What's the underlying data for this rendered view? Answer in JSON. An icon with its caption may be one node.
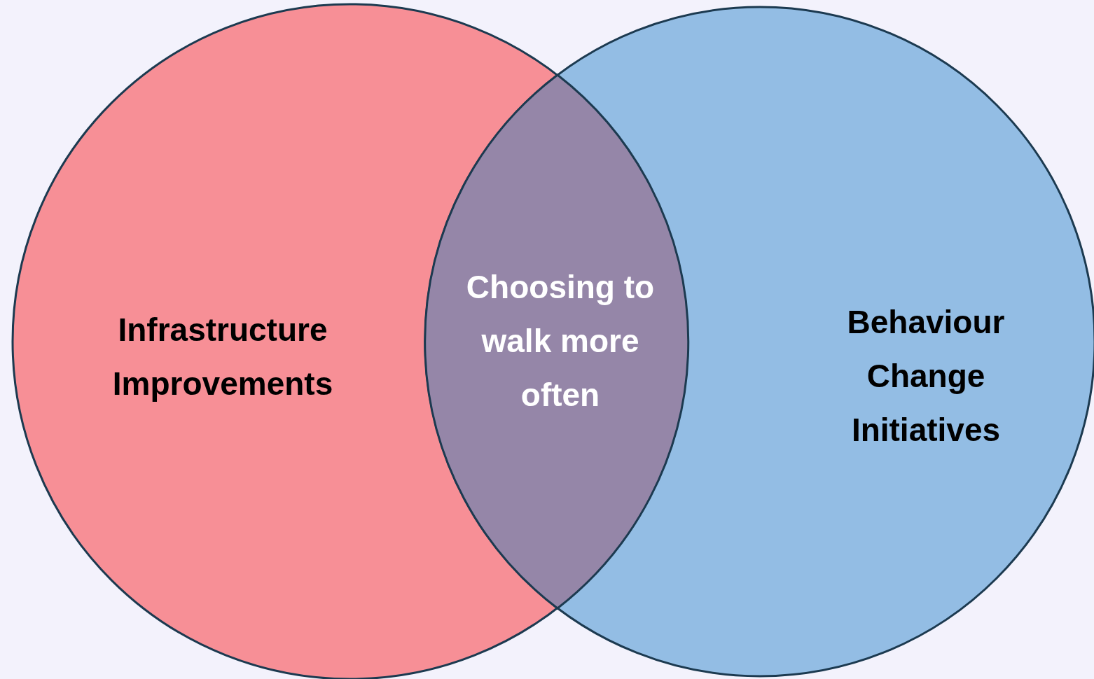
{
  "diagram": {
    "nodes": [
      {
        "text": [
          "Infrastructure Improvements"
        ]
      },
      {
        "text": [
          "Choosing to walk more often"
        ]
      },
      {
        "text": [
          "Behaviour Change Initiatives"
        ]
      }
    ]
  }
}
